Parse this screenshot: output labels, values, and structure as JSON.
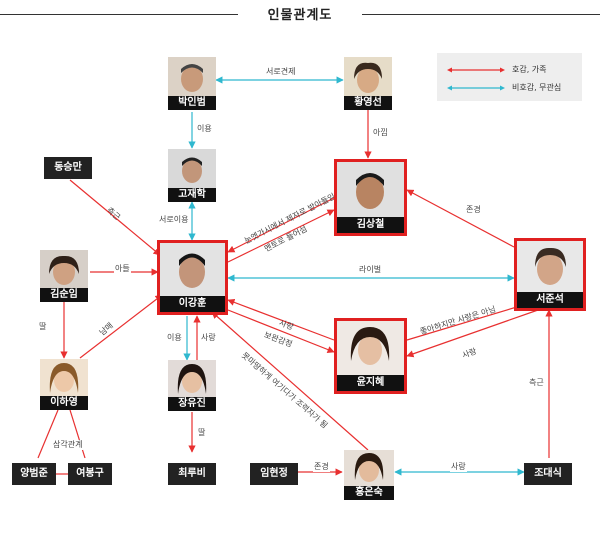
{
  "title": "인물관계도",
  "colors": {
    "love": "#e83030",
    "neutral": "#2fb8cf",
    "frame": "#e02020"
  },
  "legend": [
    {
      "type": "love",
      "label": "호감, 가족"
    },
    {
      "type": "neutral",
      "label": "비호감, 무관심"
    }
  ],
  "people": {
    "park_inbeom": "박인범",
    "hwang_yeongseon": "황영선",
    "dong_seungman": "동승만",
    "go_jaehak": "고재학",
    "kim_sangcheol": "김상철",
    "kim_sunim": "김순임",
    "lee_ganghun": "이강훈",
    "seo_junseok": "서준석",
    "yun_jihye": "윤지혜",
    "lee_hayeong": "이하영",
    "jang_yujin": "장유진",
    "yang_beomjun": "양범준",
    "yeo_bonggu": "여봉구",
    "choi_rubi": "최루비",
    "im_hyeonjeong": "임현정",
    "hong_eunsuk": "홍은숙",
    "jo_daesik": "조대식"
  },
  "relations": {
    "rivalry_park_hwang": "서로견제",
    "use_park_go": "이용",
    "favor_hwang_kim": "아낌",
    "loyal_dong_lee": "측근",
    "mutual_use_go_lee": "서로이용",
    "kim_to_lee_long": "눈엣가시에서 제자로 받아들임",
    "lee_to_kim_mentor": "멘토로 들어섬",
    "respect_seo_kim": "존경",
    "son_kim_lee": "아들",
    "rival_lee_seo": "라이벌",
    "daughter_kim_lee": "딸",
    "sibling_kim_lee": "남매",
    "love_yun_lee": "사랑",
    "revenge_lee_yun": "보완감정",
    "like_yun_seo": "좋아하지만 사랑은 아님",
    "love_seo_yun": "사랑",
    "use_lee_jang": "이용",
    "love_jang_lee": "사랑",
    "hong_lee_long": "못마땅하게 여기다가 조력자가 됨",
    "triangle": "삼각관계",
    "daughter_jang_choi": "딸",
    "respect_im_hong": "존경",
    "love_jo_hong": "사랑",
    "loyal_jo_seo": "측근"
  }
}
